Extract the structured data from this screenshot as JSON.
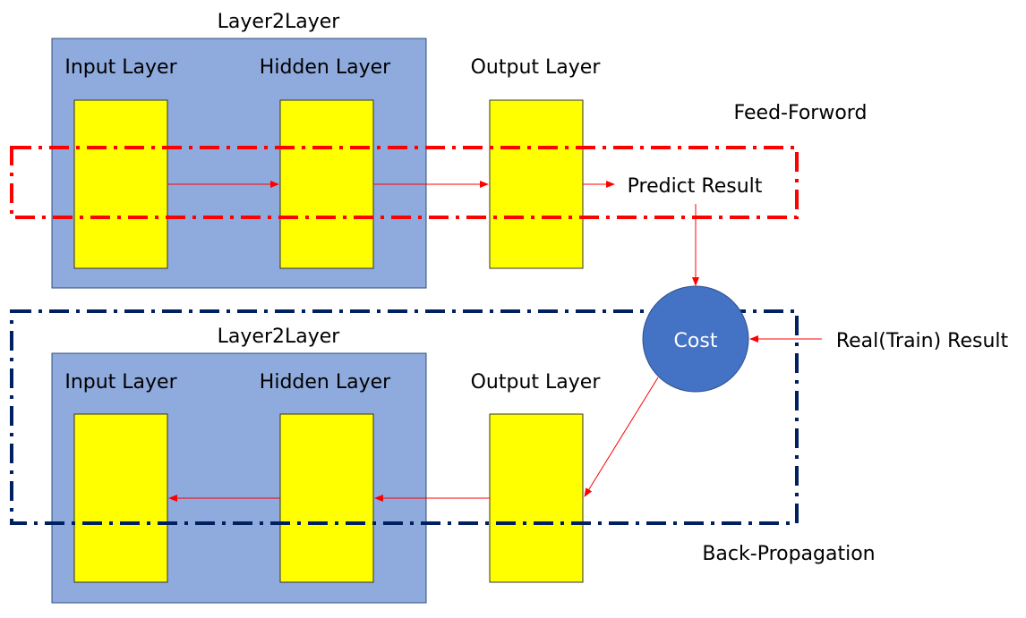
{
  "feed_forward": {
    "group_title": "Layer2Layer",
    "input_label": "Input Layer",
    "hidden_label": "Hidden Layer",
    "output_label": "Output Layer",
    "phase_label": "Feed-Forword",
    "predict_label": "Predict Result"
  },
  "back_propagation": {
    "group_title": "Layer2Layer",
    "input_label": "Input Layer",
    "hidden_label": "Hidden Layer",
    "output_label": "Output Layer",
    "phase_label": "Back-Propagation"
  },
  "cost": {
    "label": "Cost",
    "real_label": "Real(Train) Result"
  },
  "colors": {
    "group_fill": "#8faadc",
    "layer_fill": "#ffff00",
    "forward_box": "#ff0000",
    "backward_box": "#002060",
    "arrow": "#ff0000",
    "cost_fill": "#4472c4"
  }
}
